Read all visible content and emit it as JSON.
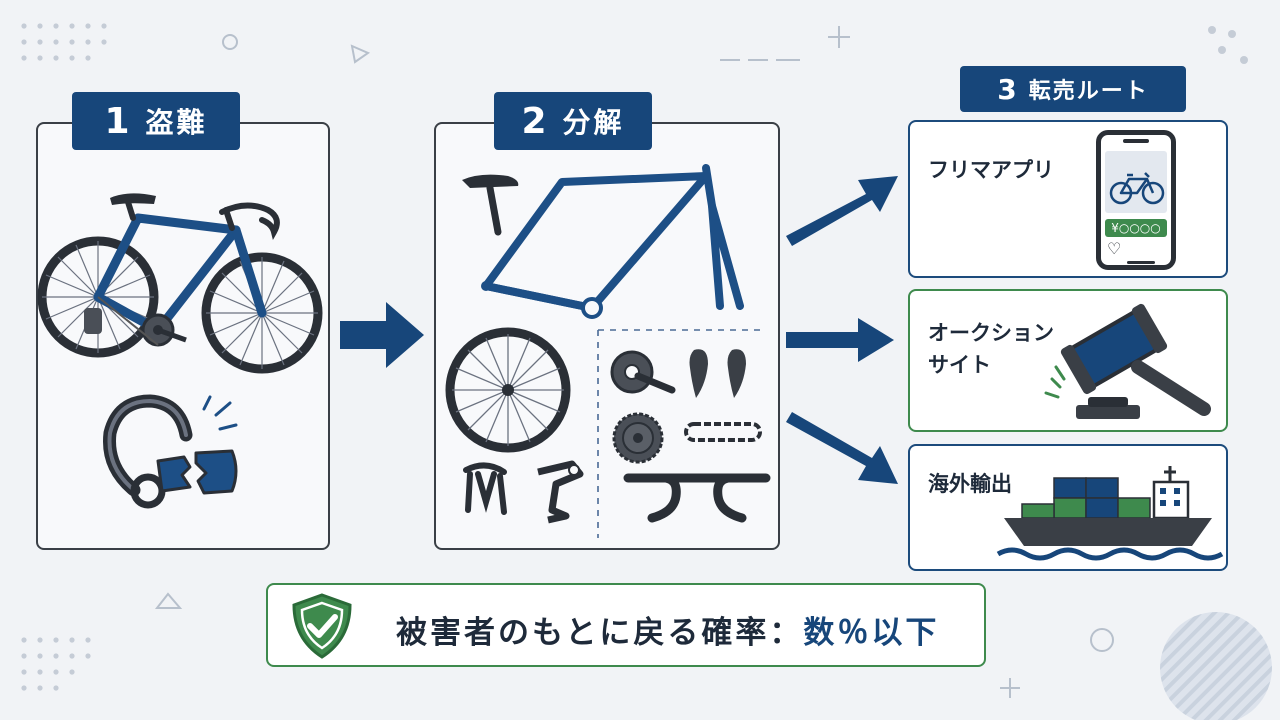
{
  "steps": [
    {
      "number": "1",
      "label": "盗難"
    },
    {
      "number": "2",
      "label": "分解"
    },
    {
      "number": "3",
      "label": "転売ルート"
    }
  ],
  "routes": [
    {
      "label": "フリマアプリ"
    },
    {
      "label_line1": "オークション",
      "label_line2": "サイト"
    },
    {
      "label": "海外輸出"
    }
  ],
  "phone": {
    "price": "¥○○○○"
  },
  "result": {
    "text": "被害者のもとに戻る確率：",
    "highlight": "数％以下"
  },
  "colors": {
    "navy": "#17467a",
    "green": "#3e8a4d",
    "outline": "#3a3f46",
    "background": "#f1f3f6"
  }
}
